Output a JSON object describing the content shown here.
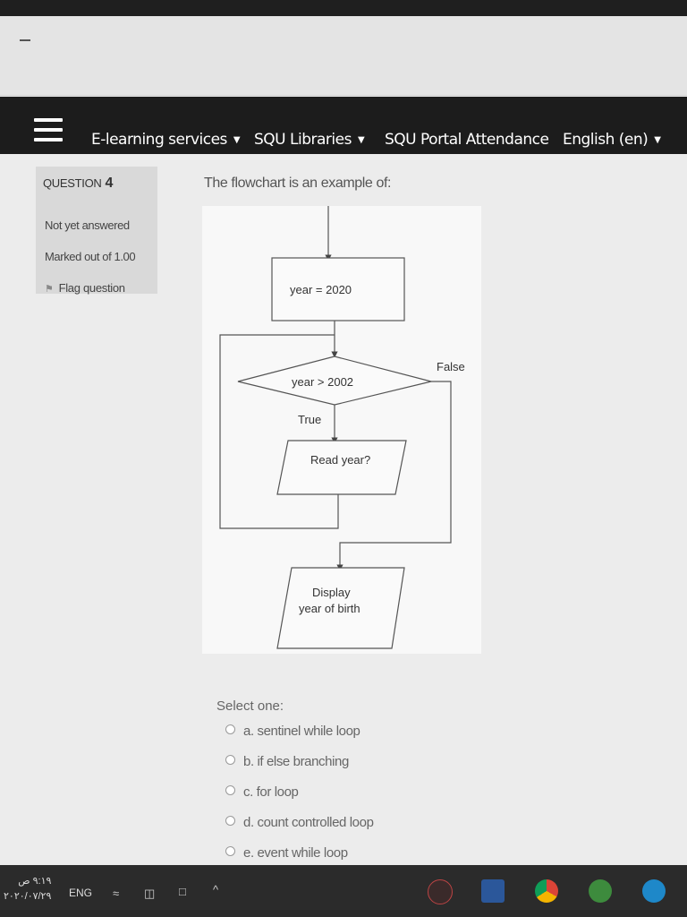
{
  "navbar": {
    "items": [
      {
        "label": "E-learning services",
        "dropdown": true
      },
      {
        "label": "SQU Libraries",
        "dropdown": true
      },
      {
        "label": "SQU Portal Attendance",
        "dropdown": false
      },
      {
        "label": "English (en)",
        "dropdown": true
      }
    ]
  },
  "question_info": {
    "label": "QUESTION",
    "number": "4",
    "status": "Not yet answered",
    "marked": "Marked out of 1.00",
    "flag": "Flag question"
  },
  "question": {
    "text": "The flowchart is an example of:",
    "flowchart": {
      "init": "year = 2020",
      "decision": "year > 2002",
      "true_label": "True",
      "false_label": "False",
      "read": "Read year?",
      "display_line1": "Display",
      "display_line2": "year of birth"
    },
    "select_label": "Select one:",
    "options": [
      "a. sentinel while loop",
      "b. if else branching",
      "c. for loop",
      "d. count controlled loop",
      "e. event while loop"
    ]
  },
  "taskbar": {
    "time": "٩:١٩ ص",
    "date": "٢٠٢٠/٠٧/٢٩",
    "language": "ENG"
  },
  "colors": {
    "navbar_bg": "#1c1c1c",
    "page_bg": "#ececec",
    "question_info_bg": "#d9d9d9",
    "taskbar_bg": "#2b2b2b"
  }
}
